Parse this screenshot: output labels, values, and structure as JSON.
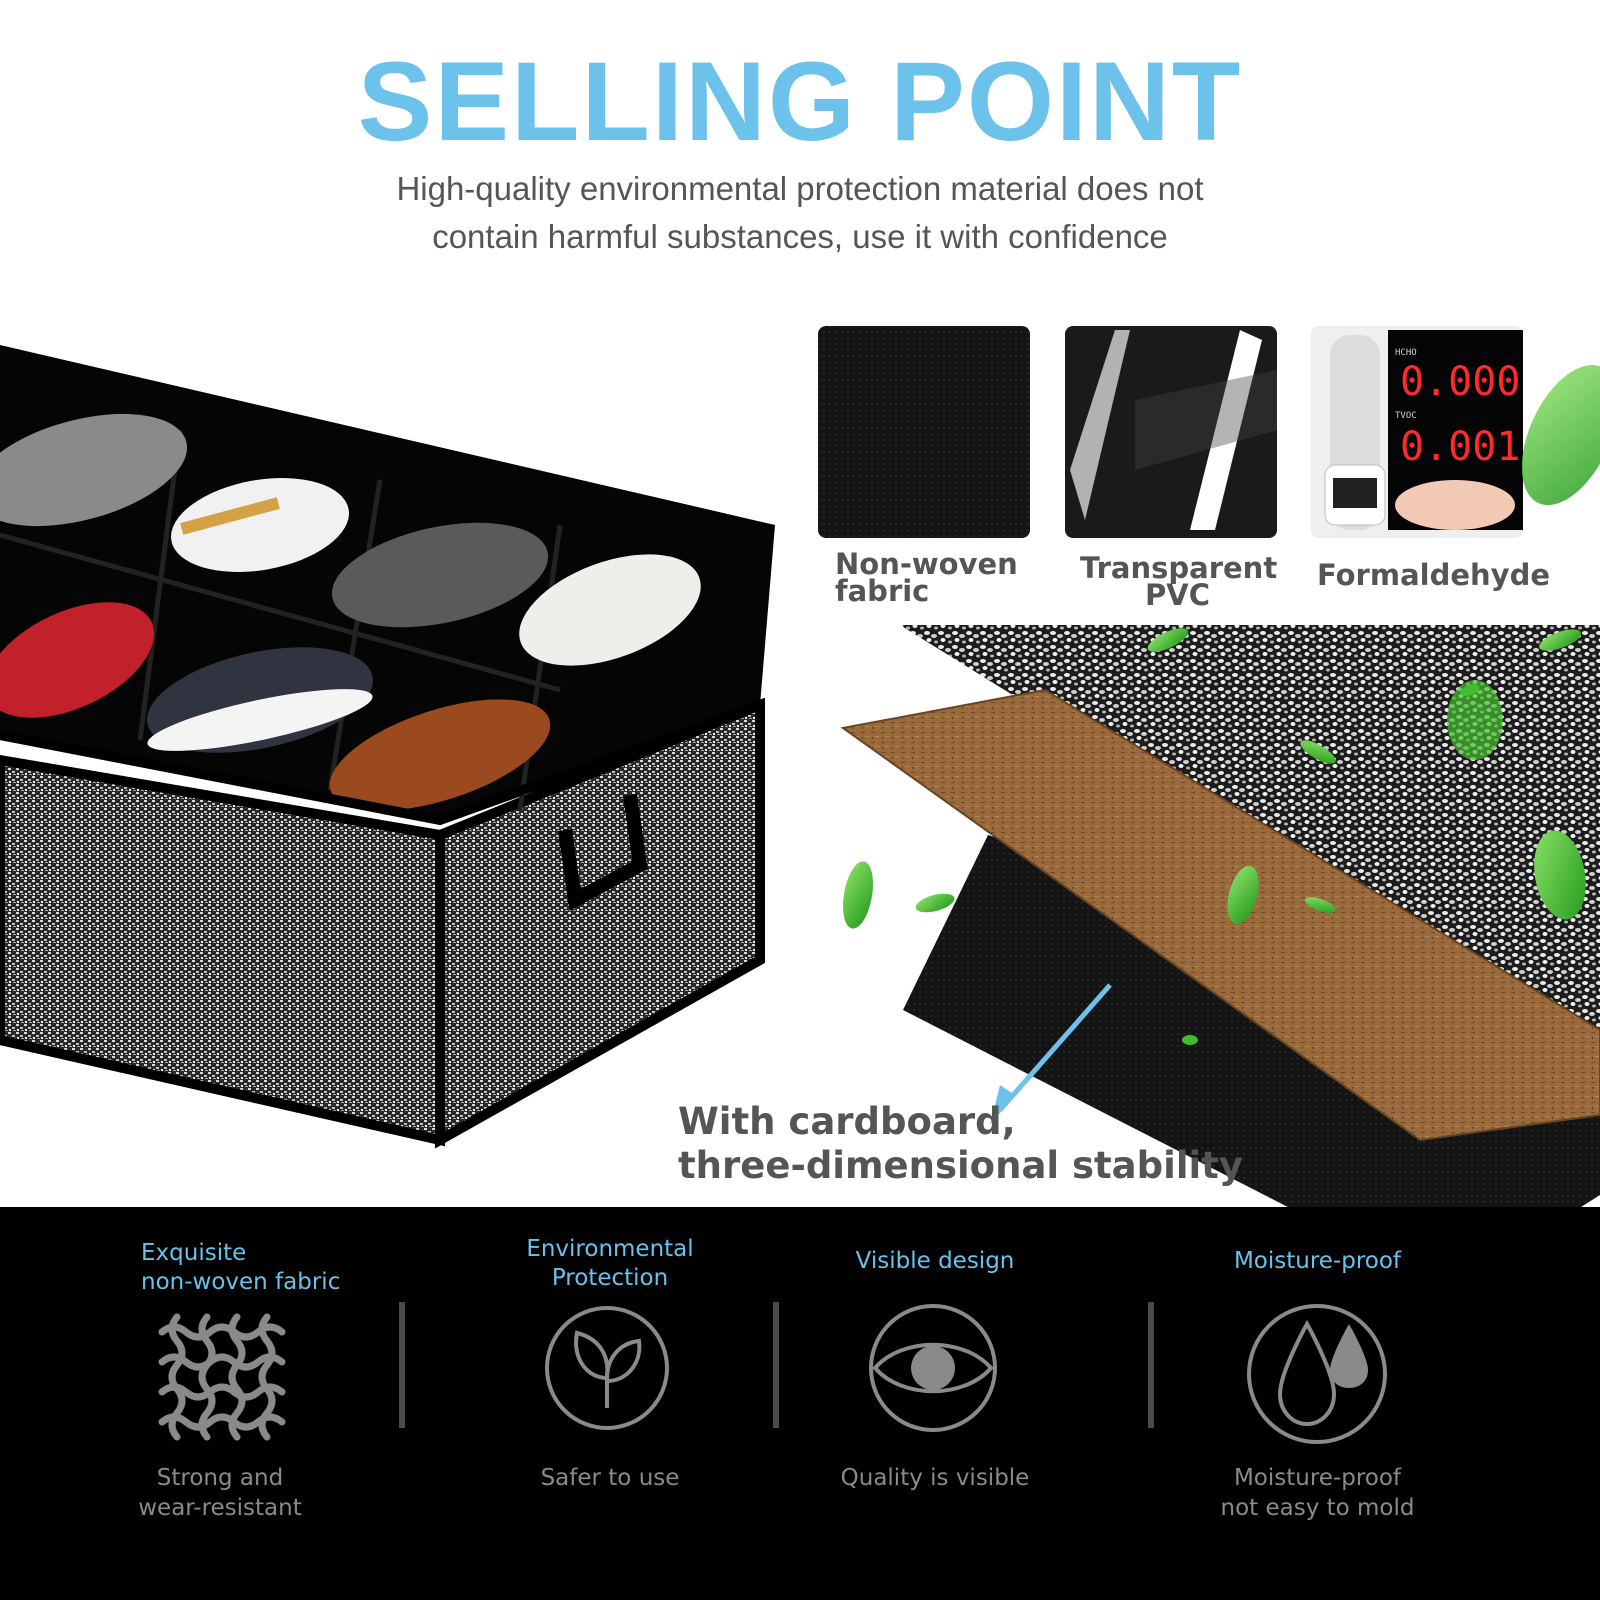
{
  "header": {
    "title": "SELLING POINT",
    "subtitle_line1": "High-quality environmental protection material does not",
    "subtitle_line2": "contain harmful substances, use it with confidence"
  },
  "materials": [
    {
      "line1": "Non-woven",
      "line2": "fabric"
    },
    {
      "line1": "Transparent",
      "line2": "PVC"
    },
    {
      "line1": "Formaldehyde",
      "line2": ""
    }
  ],
  "meter": {
    "hcho_label": "HCHO",
    "hcho_value": "0.000",
    "tvoc_label": "TVOC",
    "tvoc_value": "0.001"
  },
  "cardboard": {
    "line1": "With cardboard,",
    "line2": "three-dimensional stability"
  },
  "features": [
    {
      "title1": "Exquisite",
      "title2": "non-woven fabric",
      "desc1": "Strong and",
      "desc2": "wear-resistant",
      "icon": "fabric-weave-icon"
    },
    {
      "title1": "Environmental",
      "title2": "Protection",
      "desc1": "Safer to use",
      "desc2": "",
      "icon": "leaf-icon"
    },
    {
      "title1": "Visible design",
      "title2": "",
      "desc1": "Quality is visible",
      "desc2": "",
      "icon": "eye-icon"
    },
    {
      "title1": "Moisture-proof",
      "title2": "",
      "desc1": "Moisture-proof",
      "desc2": "not easy to mold",
      "icon": "water-drops-icon"
    }
  ],
  "colors": {
    "accent": "#6cc2ea",
    "band": "#000000",
    "text_gray": "#555555",
    "leaf_green": "#3fbf2c"
  }
}
